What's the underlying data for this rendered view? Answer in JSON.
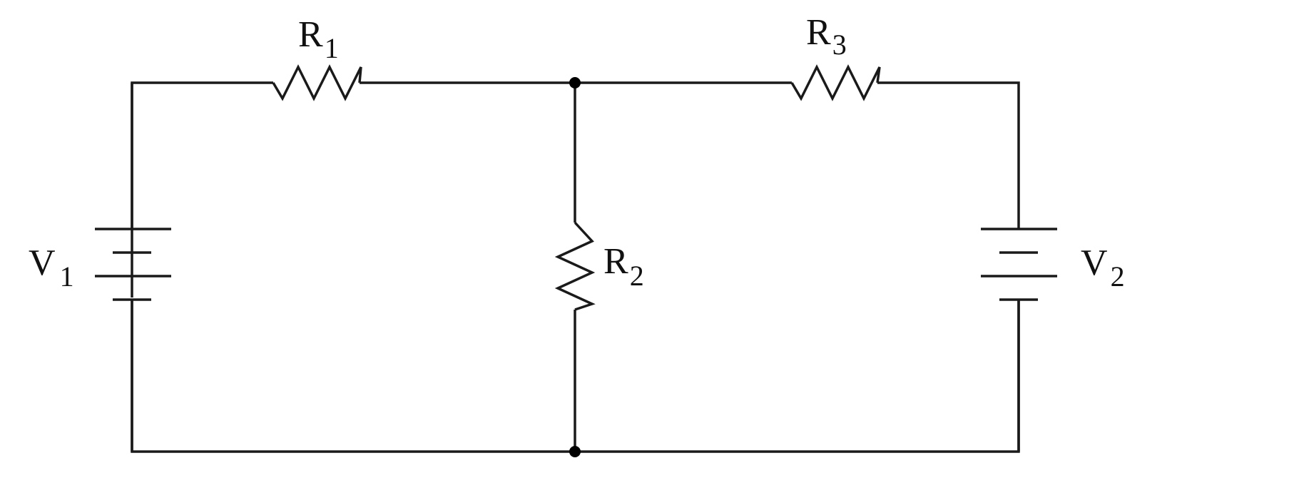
{
  "labels": {
    "r1": {
      "base": "R",
      "sub": "1"
    },
    "r2": {
      "base": "R",
      "sub": "2"
    },
    "r3": {
      "base": "R",
      "sub": "3"
    },
    "v1": {
      "base": "V",
      "sub": "1"
    },
    "v2": {
      "base": "V",
      "sub": "2"
    }
  },
  "colors": {
    "wire": "#1a1a1a",
    "background": "#ffffff"
  }
}
